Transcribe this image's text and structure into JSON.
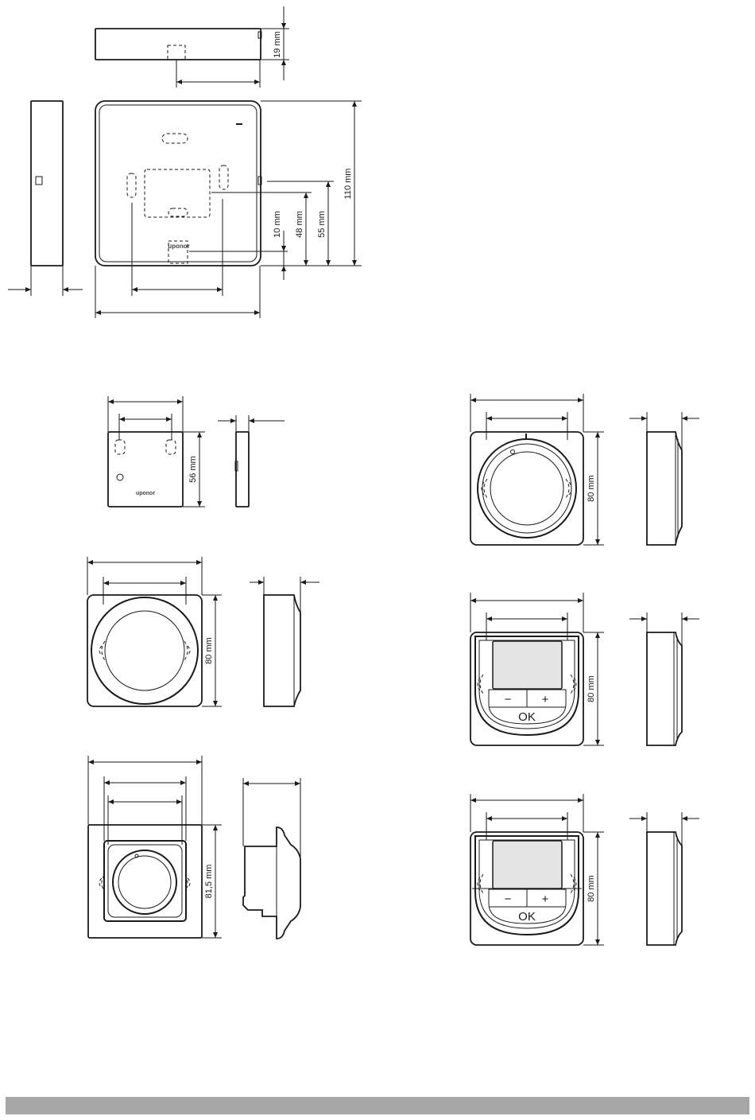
{
  "brand": "uponor",
  "dimensions": {
    "top_depth": "19 mm",
    "main_height": "110 mm",
    "main_55": "55 mm",
    "main_48": "48 mm",
    "main_10": "10 mm",
    "sensor_height": "56 mm",
    "dial_height": "80 mm",
    "dial_square_height": "81,5 mm",
    "right_dial_height": "80 mm",
    "right_lcd1_height": "80 mm",
    "right_lcd2_height": "80 mm"
  },
  "buttons": {
    "minus": "−",
    "plus": "+",
    "ok": "OK"
  },
  "colors": {
    "line": "#1a1a1a",
    "screen": "#e4e4e4",
    "footer": "#a6a6a6"
  }
}
